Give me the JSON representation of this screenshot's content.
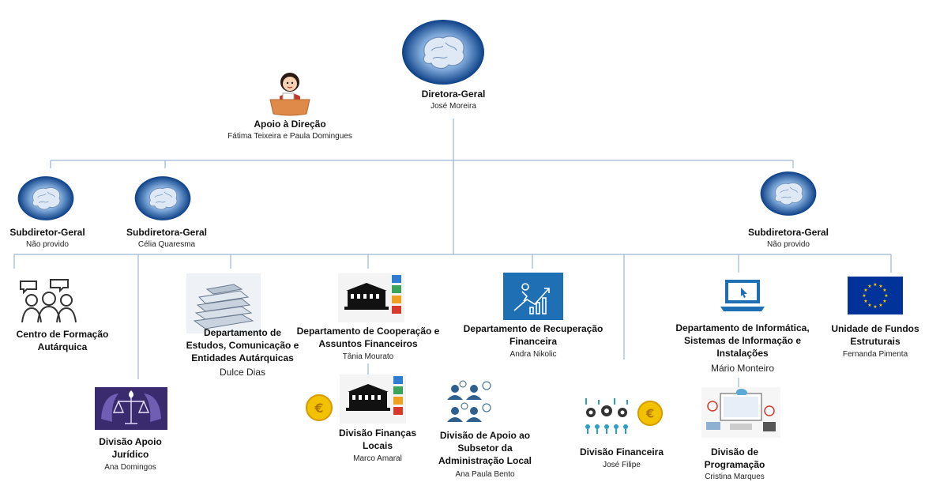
{
  "top": {
    "title": "Diretora-Geral",
    "name": "José Moreira"
  },
  "support": {
    "title": "Apoio à Direção",
    "name": "Fátima Teixeira e Paula Domingues"
  },
  "deputies": [
    {
      "title": "Subdiretor-Geral",
      "name": "Não provido"
    },
    {
      "title": "Subdiretora-Geral",
      "name": "Célia Quaresma"
    },
    {
      "title": "Subdiretora-Geral",
      "name": "Não provido"
    }
  ],
  "units": {
    "cfa": {
      "line1": "Centro de Formação",
      "line2": "Autárquica"
    },
    "desc": {
      "line1": "Departamento de",
      "line2": "Estudos, Comunicação e",
      "line3": "Entidades Autárquicas",
      "name": "Dulce Dias"
    },
    "dcaf": {
      "line1": "Departamento de Cooperação e",
      "line2": "Assuntos Financeiros",
      "name": "Tânia Mourato"
    },
    "drf": {
      "line1": "Departamento de Recuperação",
      "line2": "Financeira",
      "name": "Andra Nikolic"
    },
    "dsi": {
      "line1": "Departamento de Informática,",
      "line2": "Sistemas de Informação e",
      "line3": "Instalações",
      "name": "Mário Monteiro"
    },
    "ufe": {
      "line1": "Unidade de Fundos",
      "line2": "Estruturais",
      "name": "Fernanda Pimenta"
    },
    "daj": {
      "line1": "Divisão Apoio",
      "line2": "Jurídico",
      "name": "Ana Domingos"
    },
    "dfl": {
      "line1": "Divisão Finanças",
      "line2": "Locais",
      "name": "Marco Amaral"
    },
    "dasal": {
      "line1": "Divisão de Apoio ao",
      "line2": "Subsetor da",
      "line3": "Administração Local",
      "name": "Ana Paula Bento"
    },
    "df": {
      "line1": "Divisão Financeira",
      "name": "José Filipe"
    },
    "dp": {
      "line1": "Divisão de",
      "line2": "Programação",
      "name": "Cristina Marques"
    }
  },
  "colors": {
    "line": "#9bb7d4",
    "brain_glow": "#1e5aa8",
    "accent_blue": "#1f6fb5",
    "eu_blue": "#003399",
    "eu_star": "#ffcc00",
    "coin": "#f2c200"
  },
  "icons": [
    "brain-icon",
    "receptionist-icon",
    "people-group-icon",
    "books-icon",
    "building-icon",
    "growth-chart-icon",
    "laptop-icon",
    "eu-flag-icon",
    "justice-scale-icon",
    "coin-icon",
    "team-people-icon",
    "gears-people-icon",
    "programming-icon"
  ]
}
